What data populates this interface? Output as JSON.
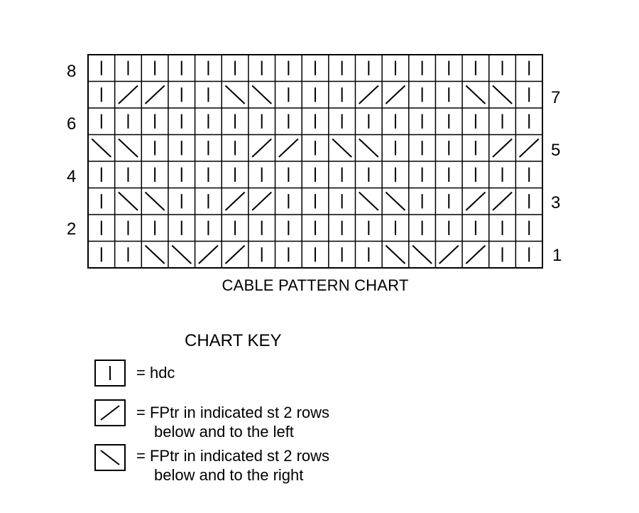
{
  "chart": {
    "caption": "CABLE PATTERN CHART",
    "left_row_numbers": [
      "8",
      "6",
      "4",
      "2"
    ],
    "right_row_numbers": [
      "7",
      "5",
      "3",
      "1"
    ],
    "stitch_rows": [
      [
        "V",
        "V",
        "V",
        "V",
        "V",
        "V",
        "V",
        "V",
        "V",
        "V",
        "V",
        "V",
        "V",
        "V",
        "V",
        "V",
        "V"
      ],
      [
        "V",
        "/",
        "/",
        "V",
        "V",
        "\\",
        "\\",
        "V",
        "V",
        "V",
        "/",
        "/",
        "V",
        "V",
        "\\",
        "\\",
        "V"
      ],
      [
        "V",
        "V",
        "V",
        "V",
        "V",
        "V",
        "V",
        "V",
        "V",
        "V",
        "V",
        "V",
        "V",
        "V",
        "V",
        "V",
        "V"
      ],
      [
        "\\",
        "\\",
        "V",
        "V",
        "V",
        "V",
        "/",
        "/",
        "V",
        "\\",
        "\\",
        "V",
        "V",
        "V",
        "V",
        "/",
        "/"
      ],
      [
        "V",
        "V",
        "V",
        "V",
        "V",
        "V",
        "V",
        "V",
        "V",
        "V",
        "V",
        "V",
        "V",
        "V",
        "V",
        "V",
        "V"
      ],
      [
        "V",
        "\\",
        "\\",
        "V",
        "V",
        "/",
        "/",
        "V",
        "V",
        "V",
        "\\",
        "\\",
        "V",
        "V",
        "/",
        "/",
        "V"
      ],
      [
        "V",
        "V",
        "V",
        "V",
        "V",
        "V",
        "V",
        "V",
        "V",
        "V",
        "V",
        "V",
        "V",
        "V",
        "V",
        "V",
        "V"
      ],
      [
        "V",
        "V",
        "\\",
        "\\",
        "/",
        "/",
        "V",
        "V",
        "V",
        "V",
        "V",
        "\\",
        "\\",
        "/",
        "/",
        "V",
        "V"
      ]
    ]
  },
  "key": {
    "title": "CHART KEY",
    "items": [
      {
        "symbol": "V",
        "icon": "vertical-bar-icon",
        "lines": [
          "= hdc"
        ]
      },
      {
        "symbol": "/",
        "icon": "forward-slash-icon",
        "lines": [
          "= FPtr in indicated st 2 rows",
          "below and to the left"
        ]
      },
      {
        "symbol": "\\",
        "icon": "back-slash-icon",
        "lines": [
          "= FPtr in indicated st 2 rows",
          "below and to the right"
        ]
      }
    ]
  }
}
